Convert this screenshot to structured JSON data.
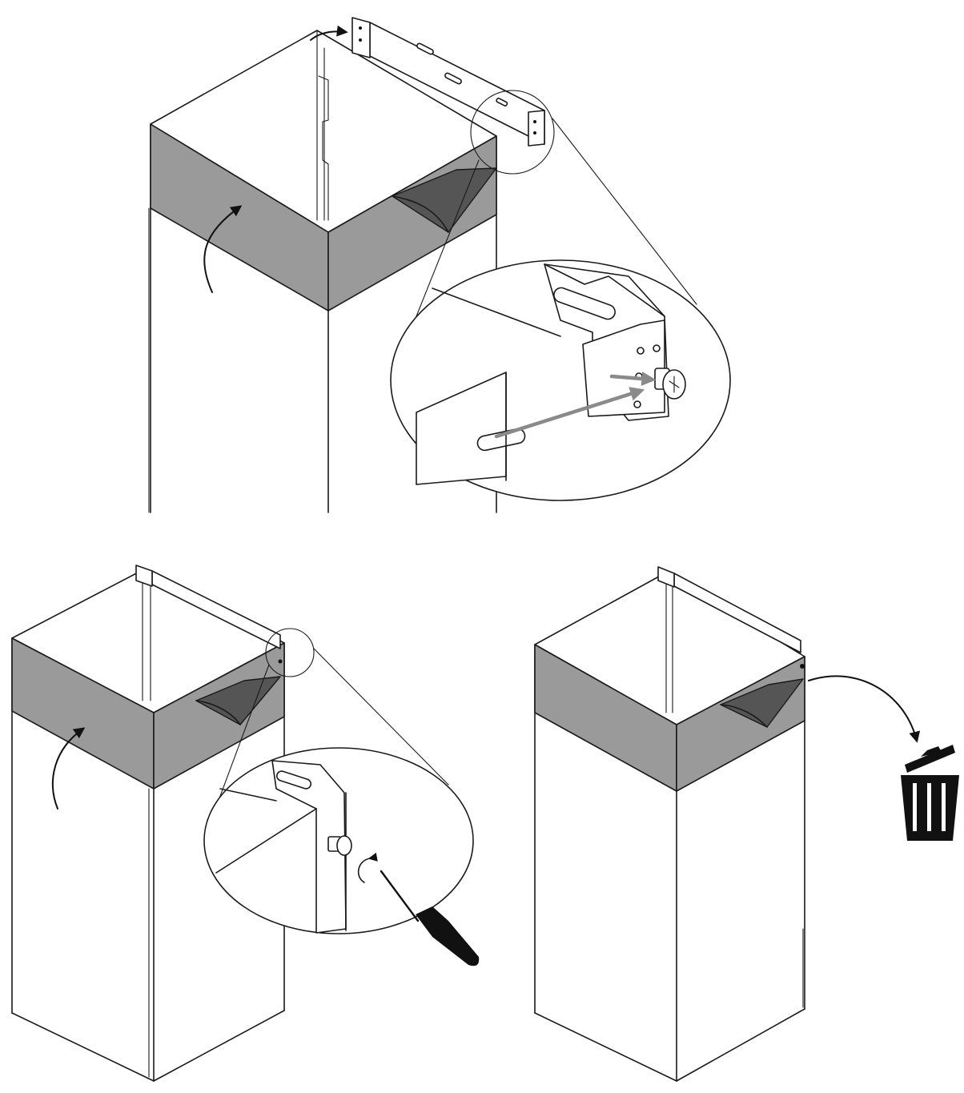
{
  "figure": {
    "steps": [
      "attach-bracket-to-chimney",
      "fasten-screw",
      "remove-protective-film"
    ],
    "colors": {
      "line": "#1a1a1a",
      "protective_film": "#9a9a9a",
      "film_peel": "#555555",
      "direction_arrow": "#8a8a8a",
      "trash_bin": "#111111"
    },
    "icons": [
      "curved-arrow-icon",
      "magnifier-callout-icon",
      "screw-icon",
      "screwdriver-icon",
      "rotation-arrow-icon",
      "trash-bin-icon"
    ]
  }
}
